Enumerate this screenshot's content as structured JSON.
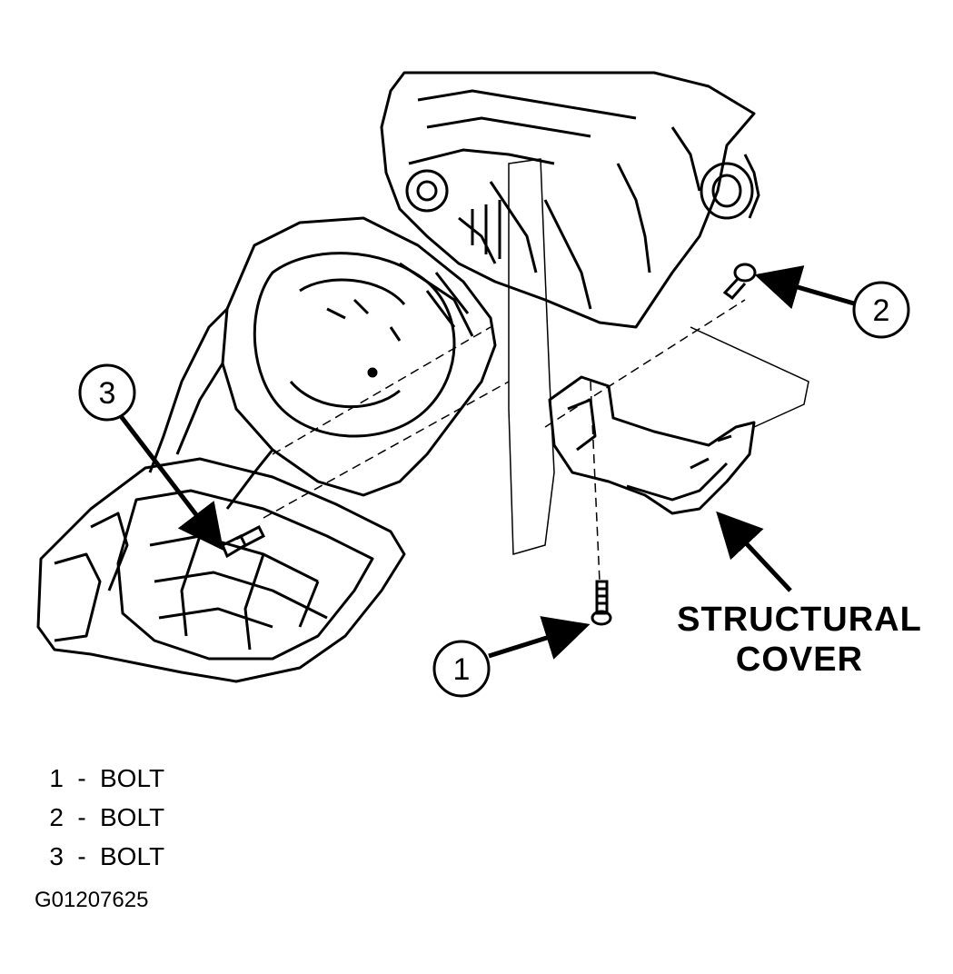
{
  "callouts": [
    {
      "number": "1"
    },
    {
      "number": "2"
    },
    {
      "number": "3"
    }
  ],
  "component_label": {
    "line1": "STRUCTURAL",
    "line2": "COVER"
  },
  "legend": [
    {
      "number": "1",
      "separator": "-",
      "text": "BOLT"
    },
    {
      "number": "2",
      "separator": "-",
      "text": "BOLT"
    },
    {
      "number": "3",
      "separator": "-",
      "text": "BOLT"
    }
  ],
  "figure_id": "G01207625",
  "colors": {
    "line": "#000000",
    "background": "#ffffff"
  }
}
